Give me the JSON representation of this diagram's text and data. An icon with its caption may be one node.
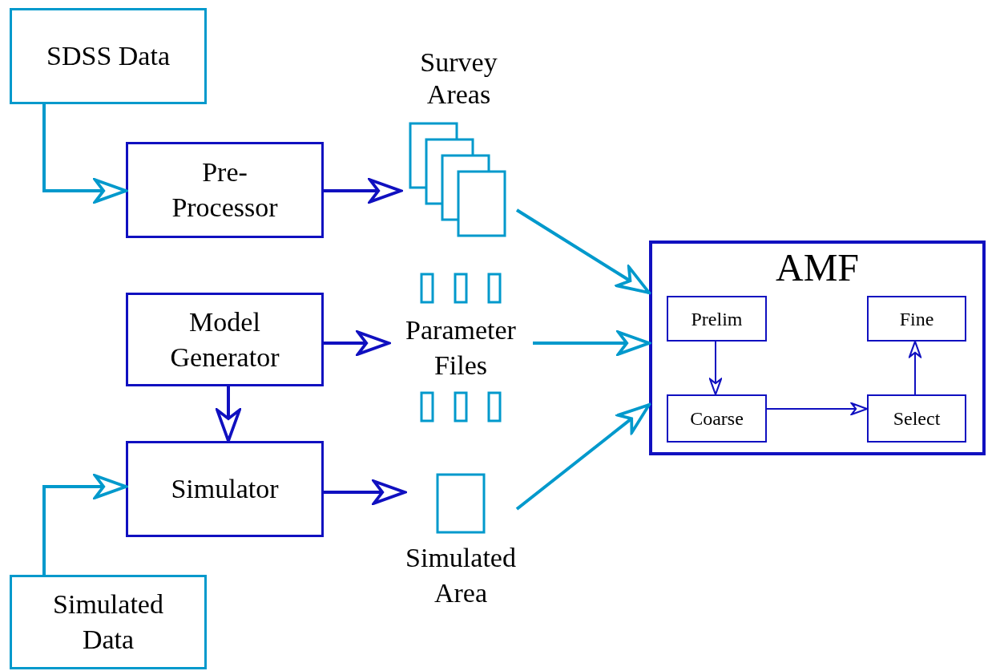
{
  "diagram": {
    "nodes": [
      {
        "text": [
          "SDSS Data"
        ]
      },
      {
        "text": [
          "Pre-Processor"
        ]
      },
      {
        "text": [
          "Survey Areas"
        ]
      },
      {
        "text": [
          "Model Generator"
        ]
      },
      {
        "text": [
          "Parameter Files"
        ]
      },
      {
        "text": [
          "Simulator"
        ]
      },
      {
        "text": [
          "Simulated Area"
        ]
      },
      {
        "text": [
          "Simulated Data"
        ]
      },
      {
        "text": [
          "AMF"
        ]
      },
      {
        "text": [
          "Prelim"
        ],
        "in": 8
      },
      {
        "text": [
          "Fine"
        ],
        "in": 8
      },
      {
        "text": [
          "Coarse"
        ],
        "in": 8
      },
      {
        "text": [
          "Select"
        ],
        "in": 8
      }
    ],
    "edges": [
      {
        "from": 0,
        "to": 1,
        "arrow": "to",
        "color": "#0099cc"
      },
      {
        "from": 1,
        "to": 2,
        "arrow": "to"
      },
      {
        "from": 2,
        "to": 8,
        "arrow": "to",
        "color": "#0099cc"
      },
      {
        "from": 3,
        "to": 4,
        "arrow": "to"
      },
      {
        "from": 4,
        "to": 8,
        "arrow": "to",
        "color": "#0099cc"
      },
      {
        "from": 3,
        "to": 5,
        "arrow": "to"
      },
      {
        "from": 5,
        "to": 6,
        "arrow": "to"
      },
      {
        "from": 6,
        "to": 8,
        "arrow": "to",
        "color": "#0099cc"
      },
      {
        "from": 7,
        "to": 5,
        "arrow": "to",
        "color": "#0099cc"
      },
      {
        "from": 9,
        "to": 11,
        "arrow": "to"
      },
      {
        "from": 11,
        "to": 12,
        "arrow": "to"
      },
      {
        "from": 12,
        "to": 10,
        "arrow": "to"
      }
    ]
  }
}
